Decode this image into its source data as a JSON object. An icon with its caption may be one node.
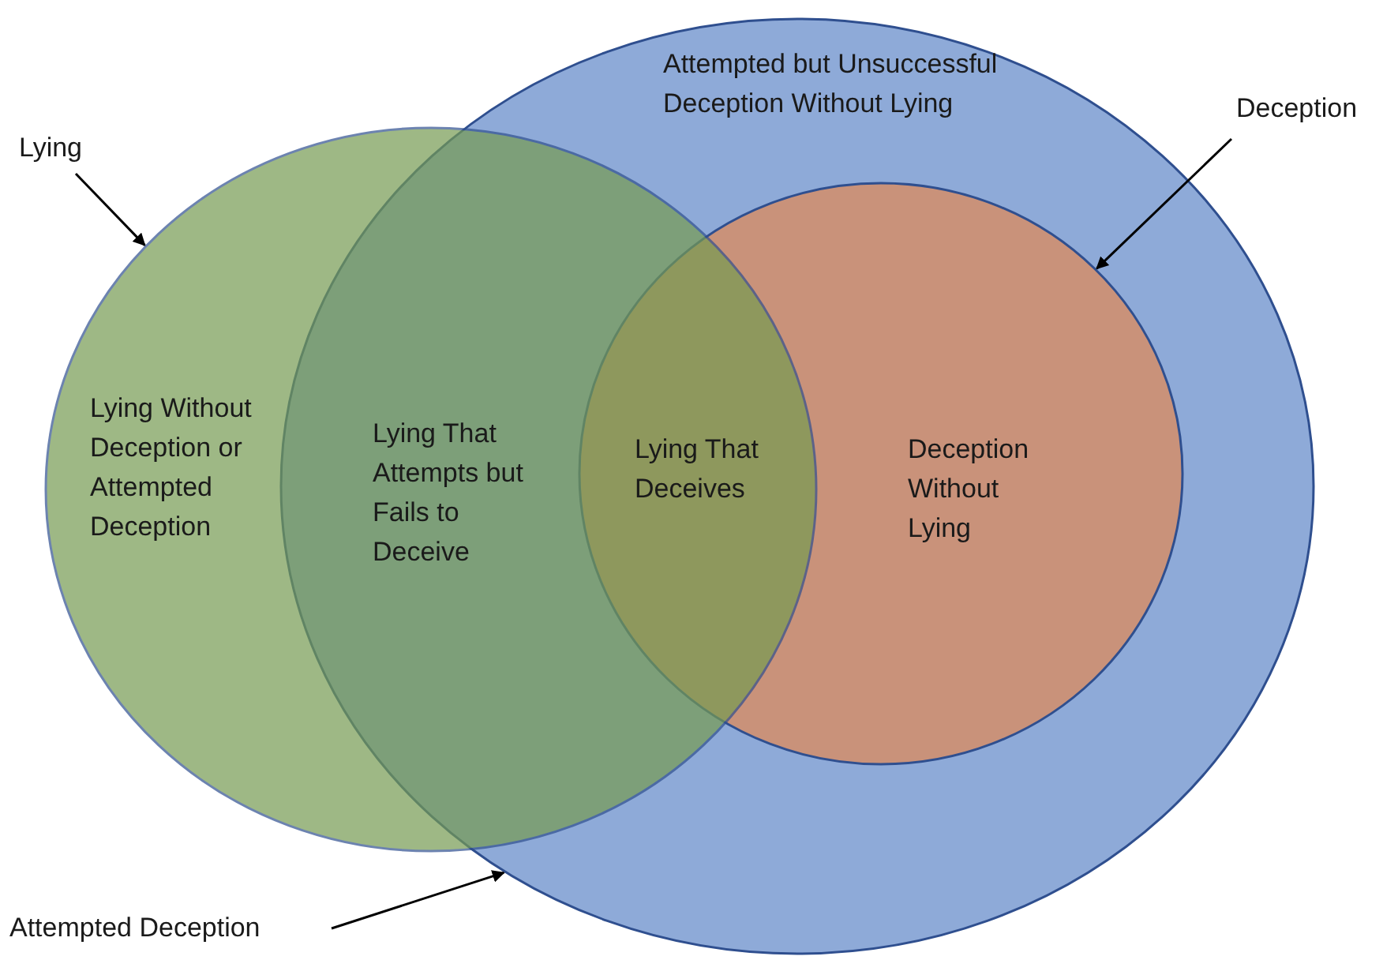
{
  "diagram": {
    "nodes": [
      {
        "text": [
          "Lying"
        ]
      },
      {
        "text": [
          "Deception"
        ]
      },
      {
        "text": [
          "Attempted Deception"
        ]
      },
      {
        "text": [],
        "shape": "circle"
      },
      {
        "text": [],
        "shape": "circle"
      },
      {
        "text": [],
        "shape": "circle",
        "in": 4
      }
    ],
    "edges": [
      {
        "from": 0,
        "to": 3,
        "arrow": "to"
      },
      {
        "from": 1,
        "to": 5,
        "arrow": "to"
      },
      {
        "from": 2,
        "to": 4,
        "arrow": "to"
      }
    ],
    "labels": [
      "Attempted but Unsuccessful Deception Without Lying",
      "Lying Without Deception or Attempted Deception",
      "Lying That Attempts but Fails to Deceive",
      "Lying That Deceives",
      "Deception Without Lying"
    ]
  }
}
